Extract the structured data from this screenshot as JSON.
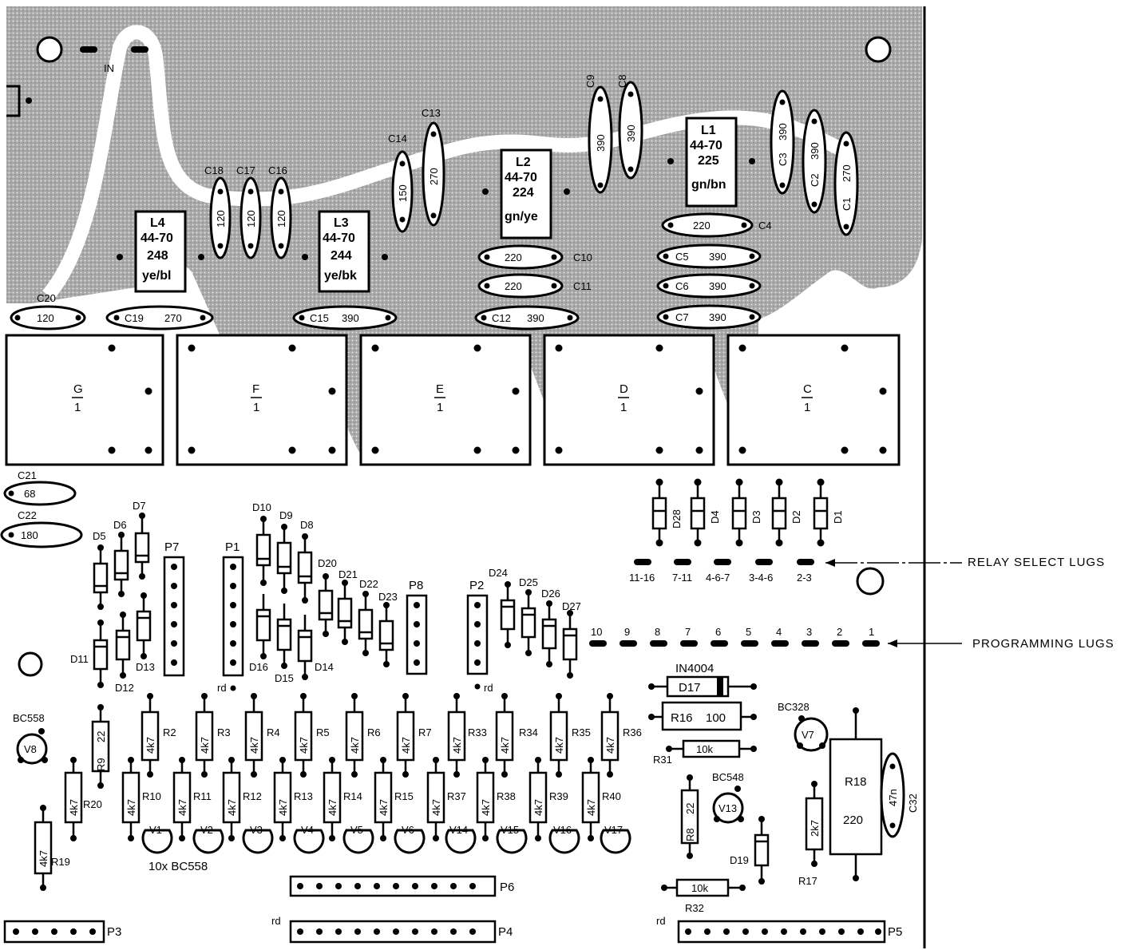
{
  "input_label": "IN",
  "coils": [
    {
      "ref": "L4",
      "rating": "44-70",
      "code": "248",
      "colors": "ye/bl"
    },
    {
      "ref": "L3",
      "rating": "44-70",
      "code": "244",
      "colors": "ye/bk"
    },
    {
      "ref": "L2",
      "rating": "44-70",
      "code": "224",
      "colors": "gn/ye"
    },
    {
      "ref": "L1",
      "rating": "44-70",
      "code": "225",
      "colors": "gn/bn"
    }
  ],
  "vertical_caps": [
    {
      "ref": "C18",
      "value": "120"
    },
    {
      "ref": "C17",
      "value": "120"
    },
    {
      "ref": "C16",
      "value": "120"
    },
    {
      "ref": "C14",
      "value": "150"
    },
    {
      "ref": "C13",
      "value": "270"
    },
    {
      "ref": "C9",
      "value": "390"
    },
    {
      "ref": "C8",
      "value": "390"
    },
    {
      "ref": "C3",
      "value": "390"
    },
    {
      "ref": "C2",
      "value": "390"
    },
    {
      "ref": "C1",
      "value": "270"
    }
  ],
  "horizontal_caps": [
    {
      "ref": "C20",
      "value": "120"
    },
    {
      "ref": "C19",
      "value": "270"
    },
    {
      "ref": "C15",
      "value": "390"
    },
    {
      "ref": "C12",
      "value": "390"
    },
    {
      "ref": "C10",
      "value": "220"
    },
    {
      "ref": "C11",
      "value": "220"
    },
    {
      "ref": "C4",
      "value": "220"
    },
    {
      "ref": "C5",
      "value": "390"
    },
    {
      "ref": "C6",
      "value": "390"
    },
    {
      "ref": "C7",
      "value": "390"
    },
    {
      "ref": "C21",
      "value": "68"
    },
    {
      "ref": "C22",
      "value": "180"
    }
  ],
  "relays": [
    {
      "letter": "G",
      "number": "1"
    },
    {
      "letter": "F",
      "number": "1"
    },
    {
      "letter": "E",
      "number": "1"
    },
    {
      "letter": "D",
      "number": "1"
    },
    {
      "letter": "C",
      "number": "1"
    }
  ],
  "select_diodes": [
    "D28",
    "D4",
    "D3",
    "D2",
    "D1"
  ],
  "relay_select_lugs": [
    "11-16",
    "7-11",
    "4-6-7",
    "3-4-6",
    "2-3"
  ],
  "relay_select_note": "RELAY SELECT LUGS",
  "programming_lugs": [
    "10",
    "9",
    "8",
    "7",
    "6",
    "5",
    "4",
    "3",
    "2",
    "1"
  ],
  "programming_note": "PROGRAMMING LUGS",
  "diodes_small": [
    "D5",
    "D6",
    "D7",
    "D11",
    "D12",
    "D13",
    "D10",
    "D9",
    "D8",
    "D16",
    "D15",
    "D14",
    "D20",
    "D21",
    "D22",
    "D23",
    "D24",
    "D25",
    "D26",
    "D27"
  ],
  "headers": [
    "P7",
    "P1",
    "P8",
    "P2",
    "P6",
    "P4",
    "P3",
    "P5"
  ],
  "rd_mark": "rd",
  "d17": {
    "type": "IN4004",
    "ref": "D17"
  },
  "r16": {
    "ref": "R16",
    "value": "100"
  },
  "r31": {
    "ref": "R31",
    "value": "10k"
  },
  "r32": {
    "ref": "R32",
    "value": "10k"
  },
  "r8": {
    "ref": "R8",
    "value": "22"
  },
  "r9": {
    "ref": "R9",
    "value": "22"
  },
  "r18": {
    "ref": "R18",
    "value": "220"
  },
  "r17": {
    "ref": "R17",
    "value": "2k7"
  },
  "r19": {
    "ref": "R19",
    "value": "4k7"
  },
  "r20": {
    "ref": "R20",
    "value": "4k7"
  },
  "c32": {
    "ref": "C32",
    "value": "47n"
  },
  "top_res": [
    "R2",
    "R3",
    "R4",
    "R5",
    "R6",
    "R7",
    "R33",
    "R34",
    "R35",
    "R36"
  ],
  "bot_res": [
    "R10",
    "R11",
    "R12",
    "R13",
    "R14",
    "R15",
    "R37",
    "R38",
    "R39",
    "R40"
  ],
  "res_value": "4k7",
  "transistors": [
    "V1",
    "V2",
    "V3",
    "V4",
    "V5",
    "V6",
    "V14",
    "V15",
    "V16",
    "V17"
  ],
  "transistor_note": "10x BC558",
  "v8": {
    "ref": "V8",
    "type": "BC558"
  },
  "v7": {
    "ref": "V7",
    "type": "BC328"
  },
  "v13": {
    "ref": "V13",
    "type": "BC548"
  },
  "d19": "D19"
}
